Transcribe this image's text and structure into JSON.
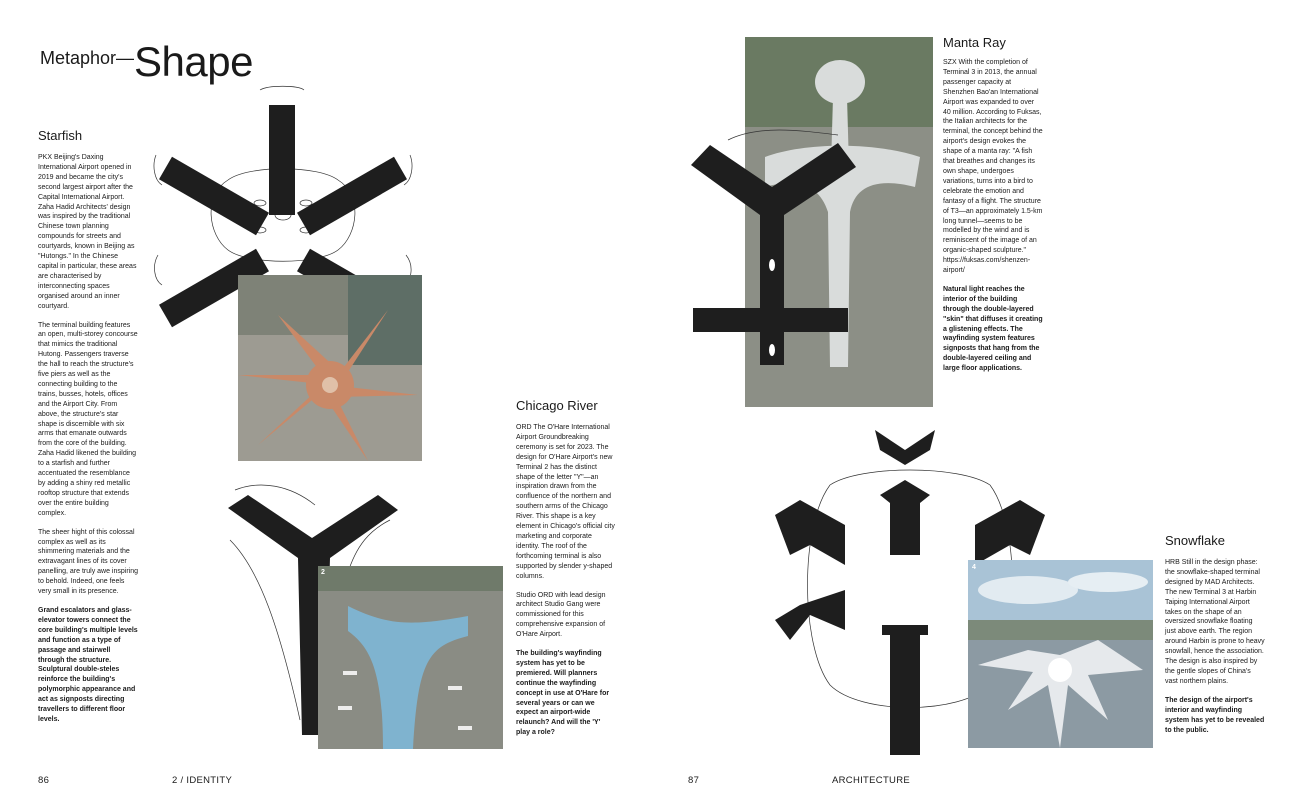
{
  "left_page": {
    "title_prefix": "Metaphor—",
    "title_main": "Shape",
    "starfish": {
      "heading": "Starfish",
      "paragraphs": [
        "PKX Beijing's Daxing International Airport opened in 2019 and became the city's second largest airport after the Capital International Airport. Zaha Hadid Architects' design was inspired by the traditional Chinese town planning compounds for streets and courtyards, known in Beijing as \"Hutongs.\" In the Chinese capital in particular, these areas are characterised by interconnecting spaces organised around an inner courtyard.",
        "The terminal building features an open, multi-storey concourse that mimics the traditional Hutong. Passengers traverse the hall to reach the structure's five piers as well as the connecting building to the trains, busses, hotels, offices and the Airport City. From above, the structure's star shape is discernible with six arms that emanate outwards from the core of the building. Zaha Hadid likened the building to a starfish and further accentuated the resemblance by adding a shiny red metallic rooftop structure that extends over the entire building complex.",
        "The sheer hight of this colossal complex as well as its shimmering materials and the extravagant lines of its cover panelling, are truly awe inspiring to behold. Indeed, one feels very small in its presence."
      ],
      "bold_paragraph": "Grand escalators and glass-elevator towers connect the core building's multiple levels and function as a type of passage and stairwell through the structure. Sculptural double-steles reinforce the building's polymorphic appearance and act as signposts directing travellers to different floor levels."
    },
    "chicago": {
      "heading": "Chicago River",
      "paragraphs": [
        "ORD The O'Hare International Airport Groundbreaking ceremony is set for 2023. The design for O'Hare Airport's new Terminal 2 has the distinct shape of the letter \"Y\"—an inspiration drawn from the confluence of the northern and southern arms of the Chicago River. This shape is a key element in Chicago's official city marketing and corporate identity. The roof of the forthcoming terminal is also supported by slender y-shaped columns.",
        "Studio ORD with lead design architect Studio Gang were commissioned for this comprehensive expansion of O'Hare Airport."
      ],
      "bold_paragraph": "The building's wayfinding system has yet to be premiered. Will planners continue the wayfinding concept in use at O'Hare for several years or can we expect an airport-wide relaunch? And will the 'Y' play a role?"
    },
    "photo_label": "2",
    "page_number": "86",
    "section": "2 / IDENTITY"
  },
  "right_page": {
    "manta": {
      "heading": "Manta Ray",
      "paragraphs": [
        "SZX With the completion of Terminal 3 in 2013, the annual passenger capacity at Shenzhen Bao'an International Airport was expanded to over 40 million. According to Fuksas, the Italian architects for the terminal, the concept behind the airport's design evokes the shape of a manta ray: \"A fish that breathes and changes its own shape, undergoes variations, turns into a bird to celebrate the emotion and fantasy of a flight. The structure of T3—an approximately 1.5-km long tunnel—seems to be modelled by the wind and is reminiscent of the image of an organic-shaped sculpture.\" https://fuksas.com/shenzen-airport/"
      ],
      "bold_paragraph": "Natural light reaches the interior of the building through the double-layered \"skin\" that diffuses it creating a glistening effects. The wayfinding system features signposts that hang from the double-layered ceiling and large floor applications."
    },
    "snowflake": {
      "heading": "Snowflake",
      "paragraphs": [
        "HRB Still in the design phase: the snowflake-shaped terminal designed by MAD Architects. The new Terminal 3 at Harbin Taiping International Airport takes on the shape of an oversized snowflake floating just above earth. The region around Harbin is prone to heavy snowfall, hence the association. The design is also inspired by the gentle slopes of China's vast northern plains."
      ],
      "bold_paragraph": "The design of the airport's interior and wayfinding system has yet to be revealed to the public."
    },
    "photo_label": "4",
    "page_number": "87",
    "section": "ARCHITECTURE"
  },
  "colors": {
    "ink": "#1a1a1a",
    "plan_black": "#1e1e1e",
    "starfish_roof": "#c98968",
    "paper": "#ffffff"
  }
}
